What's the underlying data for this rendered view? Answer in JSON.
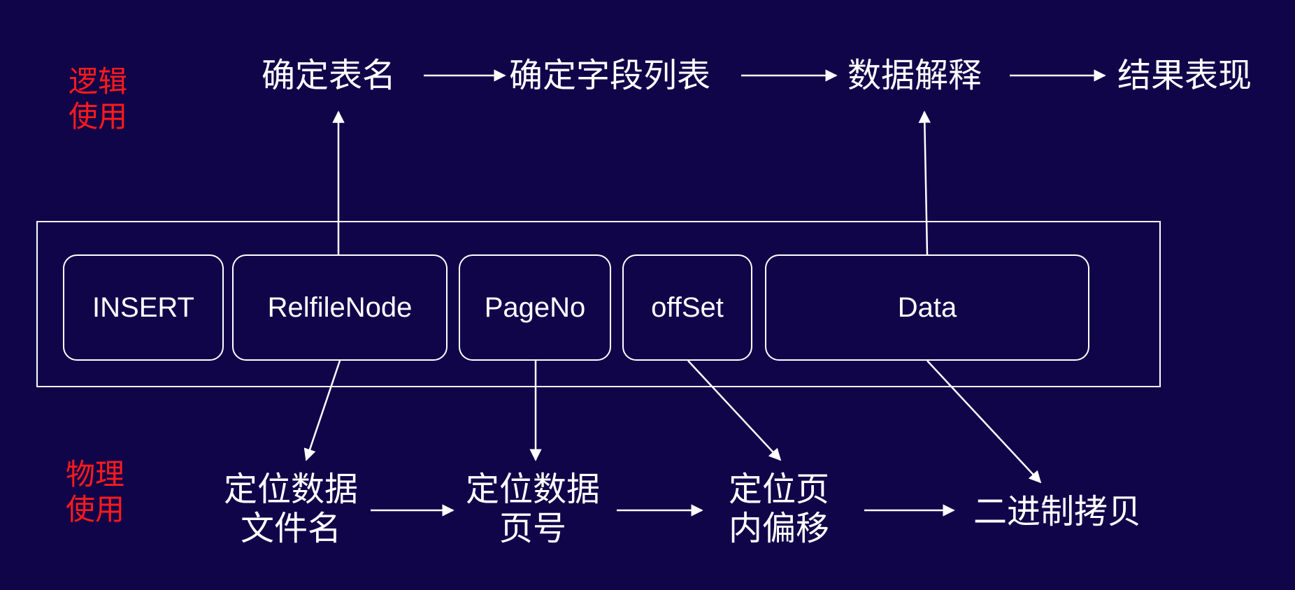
{
  "labels": {
    "logical": [
      "逻辑",
      "使用"
    ],
    "physical": [
      "物理",
      "使用"
    ]
  },
  "logical_flow": {
    "step1": "确定表名",
    "step2": "确定字段列表",
    "step3": "数据解释",
    "step4": "结果表现"
  },
  "record_fields": {
    "insert": "INSERT",
    "relfilenode": "RelfileNode",
    "pageno": "PageNo",
    "offset": "offSet",
    "data": "Data"
  },
  "physical_flow": {
    "step1": [
      "定位数据",
      "文件名"
    ],
    "step2": [
      "定位数据",
      "页号"
    ],
    "step3": [
      "定位页",
      "内偏移"
    ],
    "step4": "二进制拷贝"
  },
  "colors": {
    "background": "#11054a",
    "foreground": "#ffffff",
    "label": "#ff1a1a"
  }
}
